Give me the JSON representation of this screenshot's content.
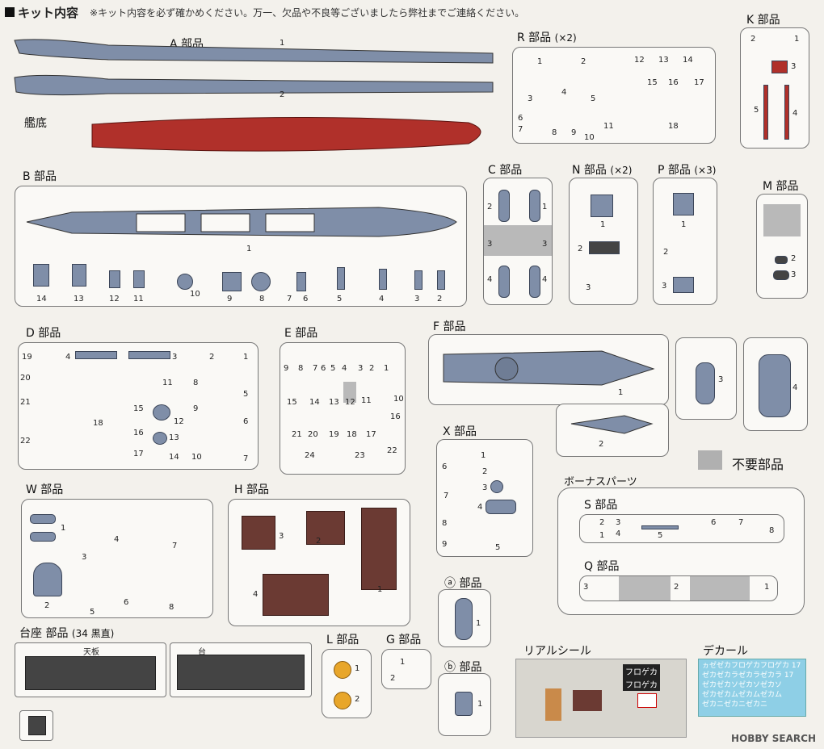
{
  "header": {
    "title": "キット内容",
    "note": "※キット内容を必ず確かめください。万一、欠品や不良等ございましたら弊社までご連絡ください。"
  },
  "groups": {
    "A": "A 部品",
    "hull": "艦底",
    "B": "B 部品",
    "R": "R 部品",
    "R_mult": "(×2)",
    "K": "K 部品",
    "C": "C 部品",
    "N": "N 部品",
    "N_mult": "(×2)",
    "P": "P 部品",
    "P_mult": "(×3)",
    "M": "M 部品",
    "D": "D 部品",
    "E": "E 部品",
    "F": "F 部品",
    "X": "X 部品",
    "W": "W 部品",
    "H": "H 部品",
    "S": "S 部品",
    "Q": "Q 部品",
    "a": "ⓐ 部品",
    "b": "ⓑ 部品",
    "L": "L 部品",
    "G": "G 部品",
    "stand": "台座 部品",
    "stand_note": "(34 黒直)",
    "seal": "リアルシール",
    "decal": "デカール",
    "bonus": "ボーナスパーツ",
    "unneeded": "不要部品",
    "stand_top": "天板",
    "stand_base": "台"
  },
  "nums": {
    "A": [
      "1",
      "2"
    ],
    "B": [
      "1",
      "14",
      "13",
      "12",
      "11",
      "10",
      "9",
      "8",
      "7",
      "6",
      "5",
      "4",
      "3",
      "2"
    ],
    "R": [
      "1",
      "2",
      "12",
      "13",
      "14",
      "3",
      "4",
      "5",
      "15",
      "16",
      "17",
      "6",
      "7",
      "8",
      "9",
      "10",
      "11",
      "18"
    ],
    "K": [
      "2",
      "1",
      "3",
      "5",
      "4"
    ],
    "C": [
      "2",
      "1",
      "3",
      "3",
      "4",
      "4"
    ],
    "N": [
      "1",
      "2",
      "3"
    ],
    "P": [
      "1",
      "2",
      "3"
    ],
    "M": [
      "2",
      "3"
    ],
    "D": [
      "19",
      "4",
      "3",
      "2",
      "1",
      "20",
      "21",
      "11",
      "8",
      "5",
      "18",
      "15",
      "12",
      "9",
      "6",
      "22",
      "16",
      "13",
      "17",
      "14",
      "10",
      "7"
    ],
    "E": [
      "9",
      "8",
      "7",
      "6",
      "5",
      "4",
      "3",
      "2",
      "1",
      "15",
      "14",
      "13",
      "12",
      "11",
      "10",
      "16",
      "21",
      "20",
      "19",
      "18",
      "17",
      "24",
      "23",
      "22"
    ],
    "F": [
      "1",
      "2",
      "3",
      "4"
    ],
    "X": [
      "1",
      "2",
      "3",
      "4",
      "5",
      "6",
      "7",
      "8",
      "9"
    ],
    "W": [
      "1",
      "3",
      "4",
      "7",
      "2",
      "5",
      "6",
      "8"
    ],
    "H": [
      "3",
      "2",
      "1",
      "4"
    ],
    "S": [
      "1",
      "2",
      "3",
      "4",
      "5",
      "6",
      "7",
      "8"
    ],
    "Q": [
      "3",
      "2",
      "1"
    ],
    "a": [
      "1"
    ],
    "b": [
      "1"
    ],
    "L": [
      "1",
      "2"
    ],
    "G": [
      "1",
      "2"
    ]
  },
  "seal_text": {
    "r1": "フロゲカ",
    "r2": "フロゲカ"
  },
  "decal_rows": [
    "ヵゼゼカフロゲカフロゲカ 17",
    "ゼカゼカラゼカラゼカラ 17",
    "ゼカゼカソゼカソゼカソ",
    "ゼカゼカムゼカムゼカム",
    "ゼカニゼカニゼカニ"
  ],
  "watermark": "HOBBY SEARCH",
  "colors": {
    "grey_part": "#7f8ea8",
    "hull_red": "#b0302a",
    "brown": "#6b3a33",
    "unneeded": "#b0b0b0"
  }
}
